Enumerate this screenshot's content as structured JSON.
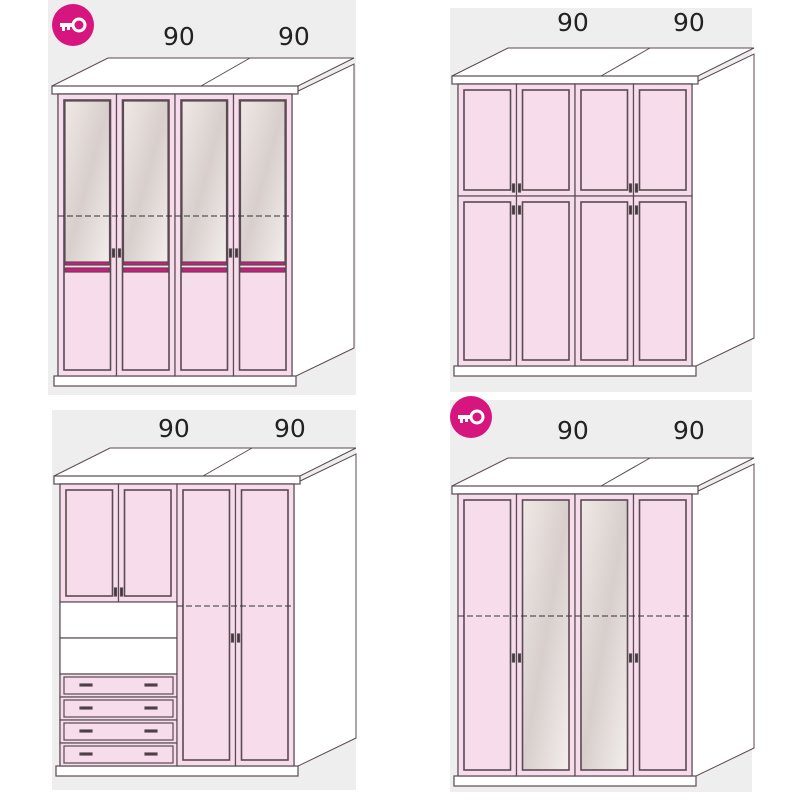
{
  "colors": {
    "front": "#f7dcec",
    "line": "#5a4a52",
    "accent": "#d6157f",
    "mirror": "#e4dcdc",
    "background": "#eeeeef"
  },
  "wardrobes": [
    {
      "name": "4-door-mirror-stripe",
      "config": "mirror-stripe",
      "has_key": true,
      "widths": [
        "90",
        "90"
      ]
    },
    {
      "name": "4-door-two-tier",
      "config": "two-tier",
      "has_key": false,
      "widths": [
        "90",
        "90"
      ]
    },
    {
      "name": "shelves-drawers-2-door",
      "config": "mixed",
      "has_key": false,
      "widths": [
        "90",
        "90"
      ]
    },
    {
      "name": "4-door-mirror-middle",
      "config": "mirror-middle",
      "has_key": true,
      "widths": [
        "90",
        "90"
      ]
    }
  ]
}
